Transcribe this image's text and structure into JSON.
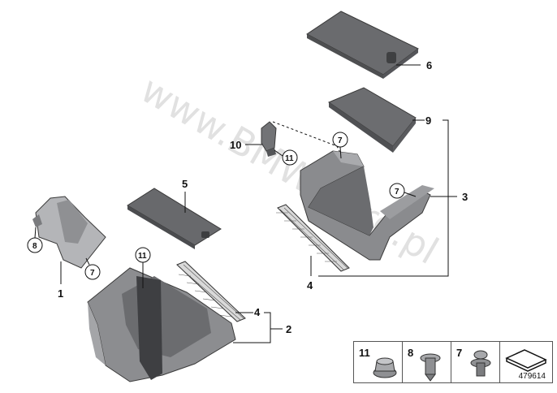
{
  "watermark": "www.BMWstore.pl",
  "callouts": {
    "c1": "1",
    "c2": "2",
    "c3": "3",
    "c4a": "4",
    "c4b": "4",
    "c5": "5",
    "c6": "6",
    "c9": "9",
    "c10": "10"
  },
  "circled": {
    "c7a": "7",
    "c7b": "7",
    "c7c": "7",
    "c8": "8",
    "c11a": "11",
    "c11b": "11"
  },
  "legend": {
    "item11": "11",
    "item8": "8",
    "item7": "7"
  },
  "doc_number": "479614",
  "colors": {
    "part_dark": "#5f6062",
    "part_mid": "#7c7d80",
    "part_light": "#a7a8ab",
    "line": "#111111"
  }
}
